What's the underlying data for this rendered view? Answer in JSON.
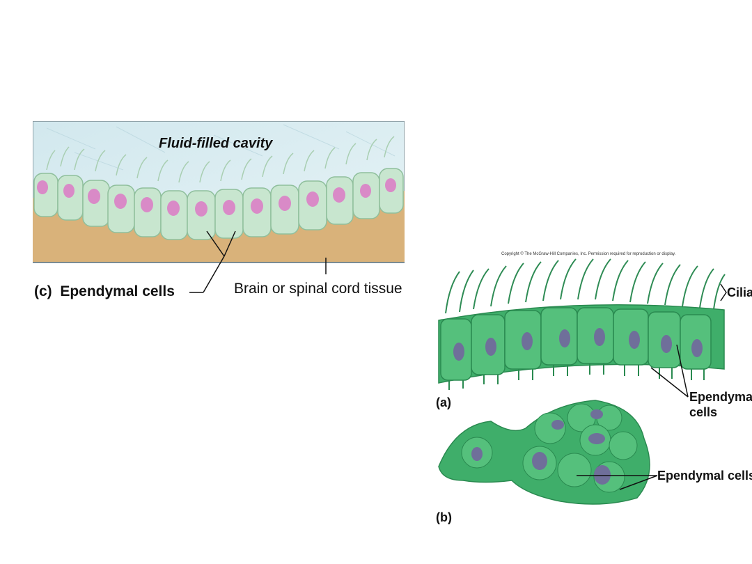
{
  "panel_c": {
    "cavity_label": "Fluid-filled cavity",
    "cells_label": "(c)  Ependymal cells",
    "tissue_label": "Brain or spinal cord tissue"
  },
  "panel_ab": {
    "copyright": "Copyright © The McGraw-Hill Companies, Inc. Permission required for reproduction or display.",
    "cilia_label": "Cilia",
    "ependymal_a_line1": "Ependymal",
    "ependymal_a_line2": "cells",
    "label_a": "(a)",
    "ependymal_b_label": "Ependymal cells",
    "label_b": "(b)"
  },
  "colors": {
    "cavity": "#d6ebf0",
    "tissue": "#d9b27a",
    "cell_pale": "#c8e6cf",
    "nucleus_pink": "#d98ac7",
    "cell_green": "#3fae6a",
    "nucleus_purple": "#6f6f9a"
  }
}
